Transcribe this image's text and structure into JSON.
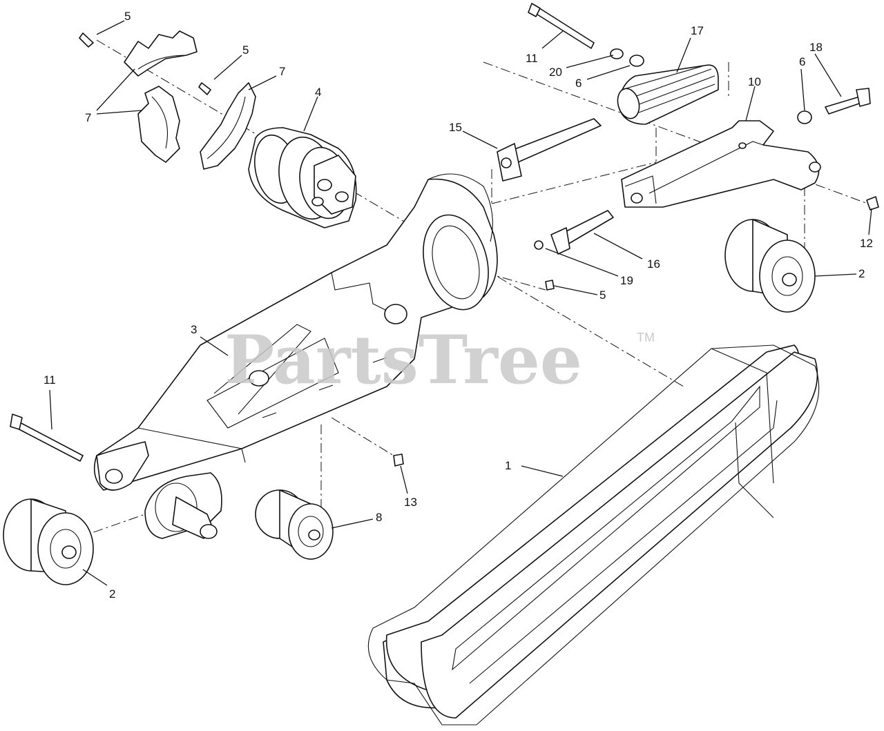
{
  "watermark": {
    "brand": "PartsTree",
    "trademark": "TM"
  },
  "callouts": {
    "c1": "1",
    "c2a": "2",
    "c2b": "2",
    "c3": "3",
    "c4": "4",
    "c5a": "5",
    "c5b": "5",
    "c5c": "5",
    "c6a": "6",
    "c6b": "6",
    "c7a": "7",
    "c7b": "7",
    "c8": "8",
    "c10": "10",
    "c11a": "11",
    "c11b": "11",
    "c12": "12",
    "c13": "13",
    "c15": "15",
    "c16": "16",
    "c17": "17",
    "c18": "18",
    "c19": "19",
    "c20": "20"
  }
}
